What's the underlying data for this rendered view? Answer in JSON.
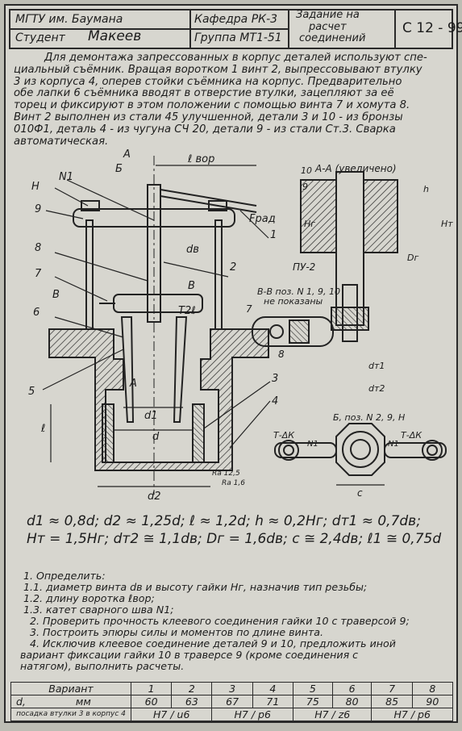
{
  "header": {
    "university": "МГТУ им. Баумана",
    "department": "Кафедра РК-3",
    "student_label": "Студент",
    "student_name": "Макеев",
    "group": "Группа МТ1-51",
    "task_title_line1": "Задание на",
    "task_title_line2": "расчет",
    "task_title_line3": "соединений",
    "code": "С 12 - 99"
  },
  "description": [
    "Для демонтажа запрессованных в корпус деталей используют спе-",
    "циальный съёмник. Вращая воротком 1 винт 2, выпрессовывают втулку",
    "3 из корпуса 4, оперев стойки съёмника на корпус. Предварительно",
    "обе лапки 6 съёмника вводят в отверстие втулки, зацепляют за её",
    "торец и фиксируют в этом положении с помощью винта 7 и хомута 8.",
    "Винт 2 выполнен из стали 45 улучшенной, детали 3 и 10 - из бронзы",
    "010Ф1, деталь 4 - из чугуна СЧ 20, детали 9 - из стали Ст.3. Сварка",
    "автоматическая."
  ],
  "drawing": {
    "labels": {
      "n1": "N1",
      "h": "H",
      "b": "Б",
      "a": "А",
      "a2": "А",
      "l_vor": "ℓ вор",
      "f_rad": "Fрад",
      "p9": "9",
      "p8": "8",
      "p7": "7",
      "p6": "6",
      "p5": "5",
      "p1": "1",
      "p2": "2",
      "p3": "3",
      "p4": "4",
      "b_sect": "В",
      "b_arrow": "В",
      "d_v": "dв",
      "t2l": "T2ℓ",
      "l": "ℓ",
      "d1": "d1",
      "d": "d",
      "d2": "d2",
      "ra_125": "Ra 12,5",
      "ra_16": "Ra 1,6",
      "detail_aa": "А-А (увеличено)",
      "p10": "10",
      "p9b": "9",
      "h_small": "h",
      "h_g": "Hг",
      "h_t": "Hт",
      "d_g": "Dг",
      "py2": "ПУ-2",
      "section_bb": "В-В поз. N 1, 9, 10",
      "section_bb2": "не показаны",
      "p7b": "7",
      "p8b": "8",
      "d_t1": "dт1",
      "d_t2": "dт2",
      "view_b": "Б, поз. N 2, 9, H",
      "t_dk1": "Т-ΔК",
      "t_dk2": "Т-ΔК",
      "n1_a": "N1",
      "n1_b": "N1",
      "c": "c"
    }
  },
  "formulas": [
    "d1 ≈ 0,8d;  d2 ≈ 1,25d;  ℓ ≈ 1,2d;  h ≈ 0,2Hг;  dт1 ≈ 0,7dв;",
    "Hт = 1,5Hг;  dт2 ≅ 1,1dв;  Dг = 1,6dв;  c ≅ 2,4dв;  ℓ1 ≅ 0,75d"
  ],
  "questions": [
    "1. Определить:",
    "1.1. диаметр винта dв и высоту гайки Hг, назначив тип резьбы;",
    "1.2. длину воротка ℓвор;",
    "1.3. катет сварного шва N1;",
    "2. Проверить прочность клеевого соединения гайки 10 с траверсой 9;",
    "3. Построить эпюры силы и моментов по длине винта.",
    "4. Исключив клеевое соединение деталей 9 и 10, предложить иной",
    "вариант фиксации гайки 10 в траверсе 9 (кроме соединения с",
    "натягом), выполнить расчеты."
  ],
  "variants": {
    "header_label": "Вариант",
    "numbers": [
      "1",
      "2",
      "3",
      "4",
      "5",
      "6",
      "7",
      "8"
    ],
    "d_label": "d,",
    "d_unit": "мм",
    "d_values": [
      "60",
      "63",
      "67",
      "71",
      "75",
      "80",
      "85",
      "90"
    ],
    "fit_label": "посадка втулки 3 в корпус 4",
    "fits": [
      "H7 / u6",
      "H7 / p6",
      "H7 / z6",
      "H7 / p6"
    ]
  }
}
